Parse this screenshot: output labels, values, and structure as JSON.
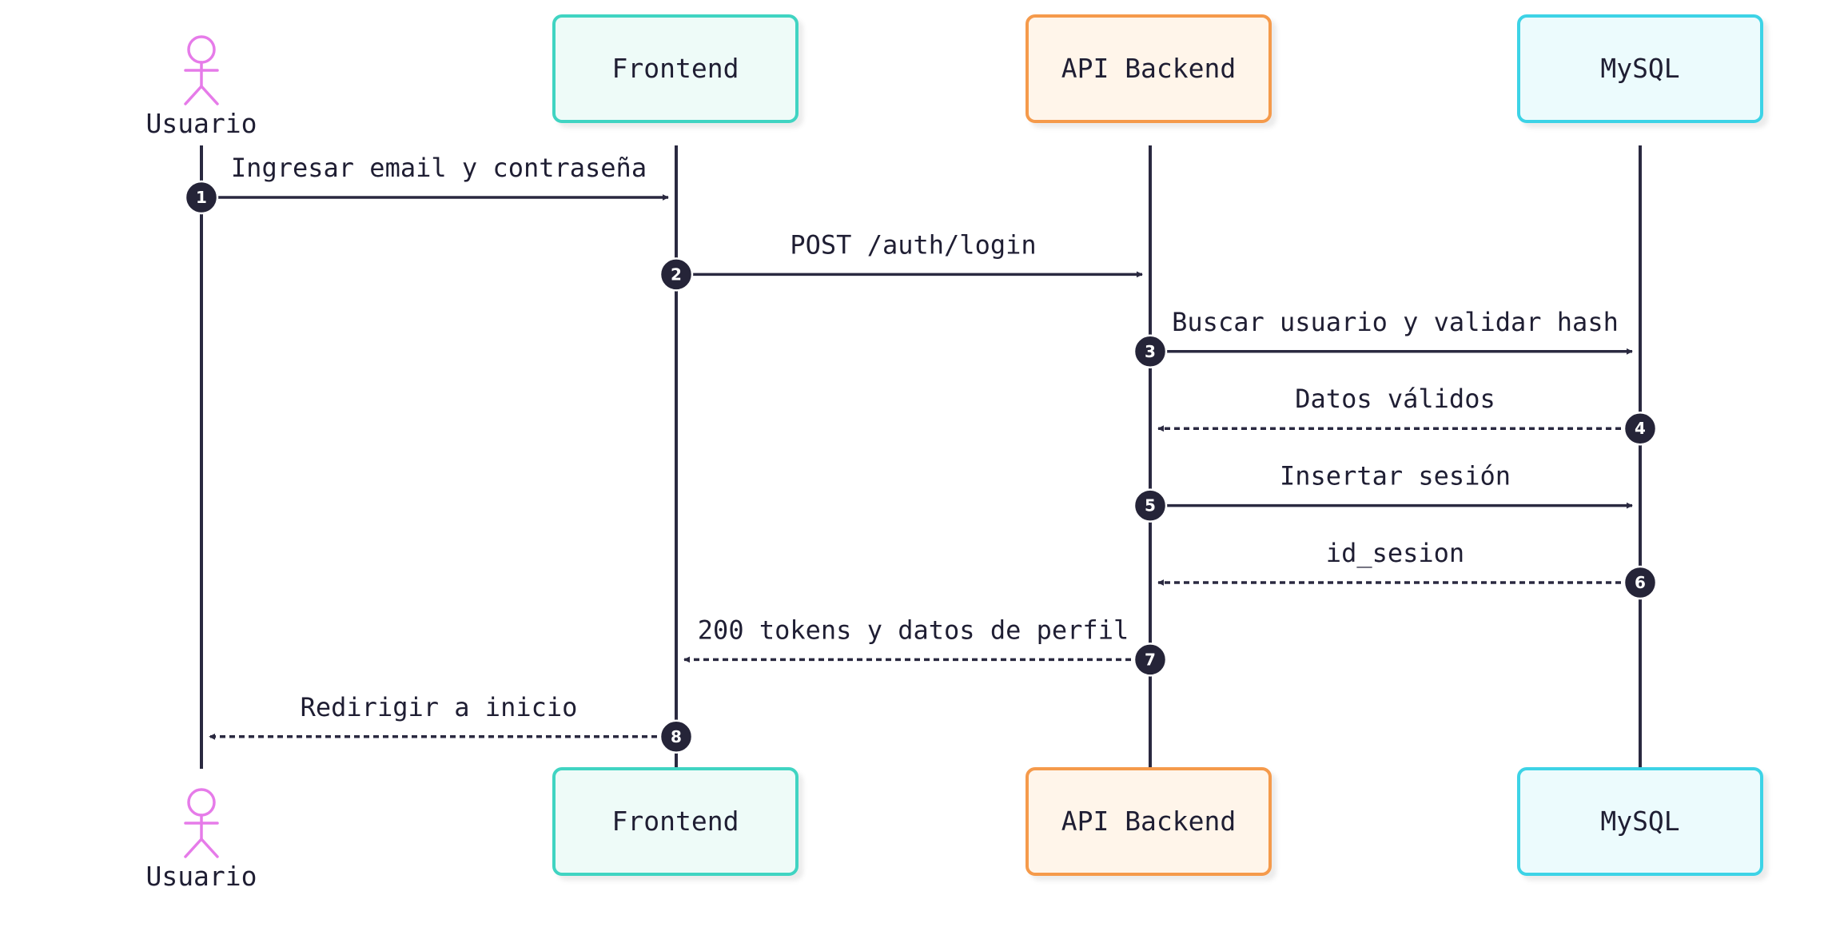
{
  "participants": [
    {
      "id": "usuario",
      "label": "Usuario",
      "kind": "actor"
    },
    {
      "id": "frontend",
      "label": "Frontend",
      "kind": "box",
      "fill": "#eefbf8",
      "stroke": "#3fd4c2"
    },
    {
      "id": "api",
      "label": "API Backend",
      "kind": "box",
      "fill": "#fff5ea",
      "stroke": "#f59a4c"
    },
    {
      "id": "mysql",
      "label": "MySQL",
      "kind": "box",
      "fill": "#ecfbfd",
      "stroke": "#3dd3e6"
    }
  ],
  "messages": [
    {
      "number": "1",
      "from": "usuario",
      "to": "frontend",
      "text": "Ingresar email y contraseña",
      "style": "solid"
    },
    {
      "number": "2",
      "from": "frontend",
      "to": "api",
      "text": "POST /auth/login",
      "style": "solid"
    },
    {
      "number": "3",
      "from": "api",
      "to": "mysql",
      "text": "Buscar usuario y validar hash",
      "style": "solid"
    },
    {
      "number": "4",
      "from": "mysql",
      "to": "api",
      "text": "Datos válidos",
      "style": "dashed"
    },
    {
      "number": "5",
      "from": "api",
      "to": "mysql",
      "text": "Insertar sesión",
      "style": "solid"
    },
    {
      "number": "6",
      "from": "mysql",
      "to": "api",
      "text": "id_sesion",
      "style": "dashed"
    },
    {
      "number": "7",
      "from": "api",
      "to": "frontend",
      "text": "200 tokens y datos de perfil",
      "style": "dashed"
    },
    {
      "number": "8",
      "from": "frontend",
      "to": "usuario",
      "text": "Redirigir a inicio",
      "style": "dashed"
    }
  ],
  "colors": {
    "line": "#2a2940",
    "actor": "#e67be9",
    "badge": "#252438"
  }
}
